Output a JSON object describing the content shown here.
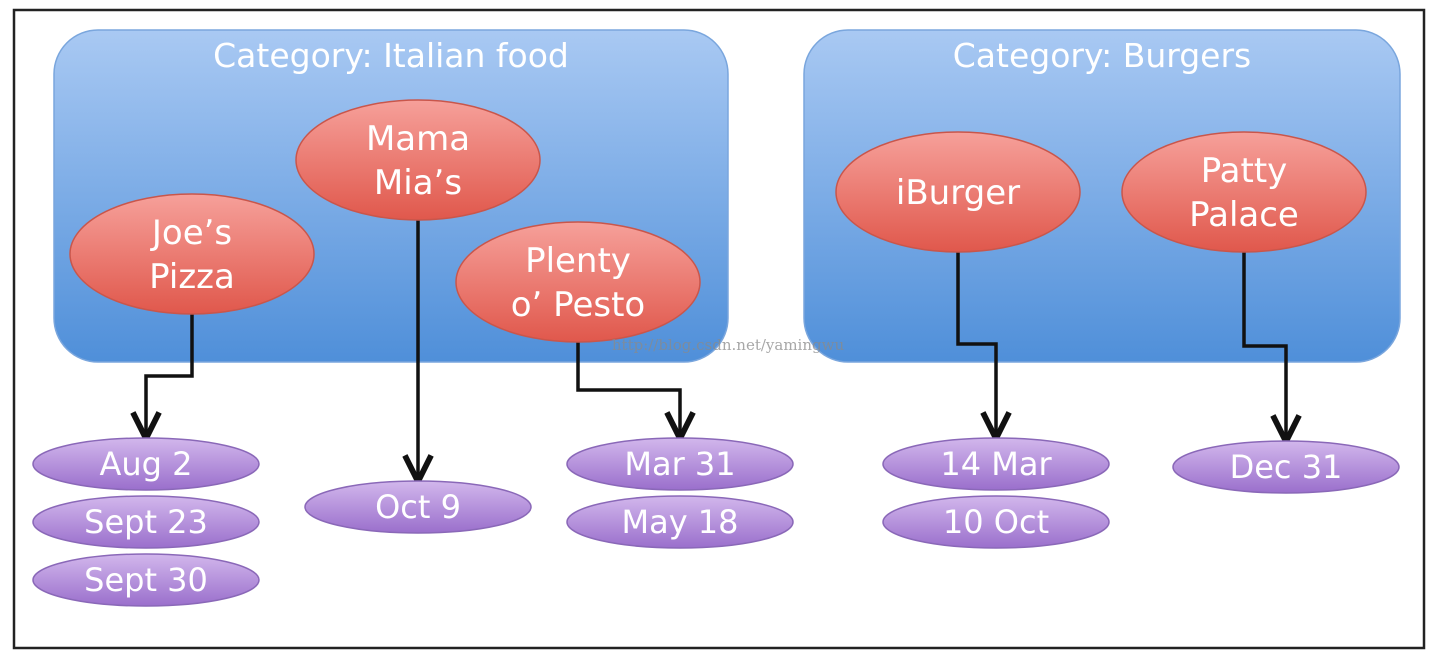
{
  "watermark": "http://blog.csdn.net/yamingwu",
  "colors": {
    "frame": "#222222",
    "category_top": "#a9c9f3",
    "category_bottom": "#4f8fd9",
    "category_stroke": "#7aa6dd",
    "restaurant_top": "#f6a09a",
    "restaurant_bottom": "#e0584c",
    "restaurant_stroke": "#c9564b",
    "date_top": "#d2b7ec",
    "date_bottom": "#9a6fcc",
    "date_stroke": "#8a68b8",
    "arrow": "#111111",
    "text": "#ffffff"
  },
  "categories": [
    {
      "title": "Category: Italian food",
      "restaurants": [
        {
          "name_lines": [
            "Joe’s",
            "Pizza"
          ],
          "dates": [
            "Aug 2",
            "Sept 23",
            "Sept 30"
          ]
        },
        {
          "name_lines": [
            "Mama",
            "Mia’s"
          ],
          "dates": [
            "Oct 9"
          ]
        },
        {
          "name_lines": [
            "Plenty",
            "o’ Pesto"
          ],
          "dates": [
            "Mar 31",
            "May 18"
          ]
        }
      ]
    },
    {
      "title": "Category: Burgers",
      "restaurants": [
        {
          "name_lines": [
            "iBurger"
          ],
          "dates": [
            "14 Mar",
            "10 Oct"
          ]
        },
        {
          "name_lines": [
            "Patty",
            "Palace"
          ],
          "dates": [
            "Dec 31"
          ]
        }
      ]
    }
  ]
}
